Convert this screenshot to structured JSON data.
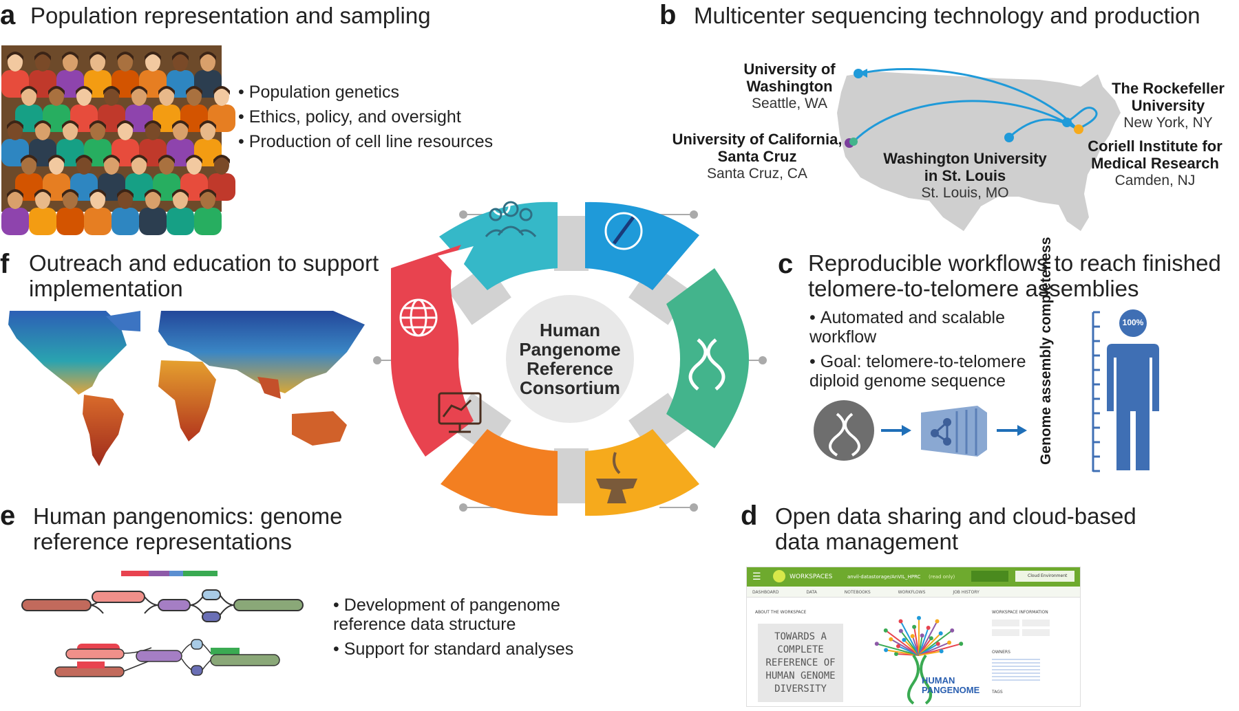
{
  "panels": {
    "a": {
      "letter": "a",
      "title": "Population representation and sampling",
      "bullets": [
        "Population genetics",
        "Ethics, policy, and oversight",
        "Production of cell line resources"
      ]
    },
    "b": {
      "letter": "b",
      "title": "Multicenter sequencing technology and production",
      "sites": [
        {
          "name": "University of Washington",
          "city": "Seattle, WA"
        },
        {
          "name": "University of California, Santa Cruz",
          "city": "Santa Cruz, CA"
        },
        {
          "name": "Washington University in St. Louis",
          "city": "St. Louis, MO"
        },
        {
          "name": "The Rockefeller University",
          "city": "New York, NY"
        },
        {
          "name": "Coriell Institute for Medical Research",
          "city": "Camden, NJ"
        }
      ]
    },
    "c": {
      "letter": "c",
      "title_line1": "Reproducible workflows to reach finished",
      "title_line2": "telomere-to-telomere assemblies",
      "bullets": [
        "Automated and scalable workflow",
        "Goal: telomere-to-telomere diploid genome sequence"
      ],
      "axis_label": "Genome assembly completeness",
      "badge": "100%"
    },
    "d": {
      "letter": "d",
      "title_line1": "Open data sharing and cloud-based",
      "title_line2": "data management",
      "screenshot": {
        "app": "WORKSPACES",
        "workspace_path": "anvil-datastorage/AnVIL_HPRC",
        "read_only": "(read only)",
        "nav": [
          "DASHBOARD",
          "DATA",
          "NOTEBOOKS",
          "WORKFLOWS",
          "JOB HISTORY"
        ],
        "about_label": "ABOUT THE WORKSPACE",
        "book_text": [
          "TOWARDS A",
          "COMPLETE",
          "REFERENCE OF",
          "HUMAN GENOME",
          "DIVERSITY"
        ],
        "logo_text": [
          "HUMAN",
          "PANGENOME"
        ],
        "info_label": "WORKSPACE INFORMATION",
        "owners_label": "OWNERS",
        "tags_label": "TAGS",
        "cloud_env": "Cloud Environment"
      }
    },
    "e": {
      "letter": "e",
      "title_line1": "Human pangenomics: genome",
      "title_line2": "reference representations",
      "bullets": [
        "Development of pangenome reference data structure",
        "Support for standard analyses"
      ]
    },
    "f": {
      "letter": "f",
      "title_line1": "Outreach and education to support",
      "title_line2": "implementation"
    }
  },
  "center": {
    "lines": [
      "Human",
      "Pangenome",
      "Reference",
      "Consortium"
    ]
  },
  "colors": {
    "teal": "#35b8c8",
    "blue": "#1f9ad9",
    "green": "#43b48c",
    "yellow": "#f6aa1c",
    "orange": "#f37f21",
    "red": "#e8434f",
    "gray": "#cfcfcf",
    "map_blue": "#1b8fd6",
    "figure_blue": "#3f6fb4"
  }
}
